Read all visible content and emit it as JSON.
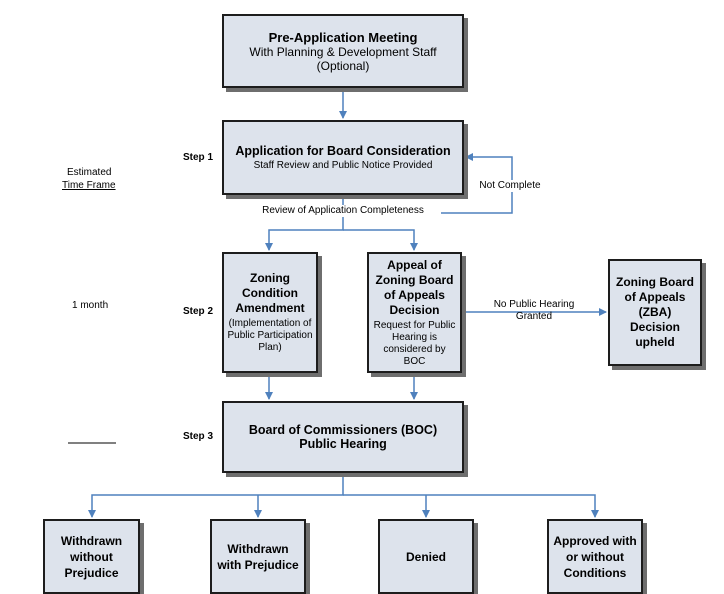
{
  "side": {
    "estimated": "Estimated",
    "time_frame": "Time Frame",
    "one_month": "1 month"
  },
  "steps": {
    "step1": "Step 1",
    "step2": "Step 2",
    "step3": "Step 3"
  },
  "boxes": {
    "pre_application": {
      "title": "Pre-Application Meeting",
      "line2": "With Planning & Development Staff",
      "line3": "(Optional)"
    },
    "application": {
      "title": "Application for Board Consideration",
      "sub": "Staff Review and Public Notice Provided"
    },
    "zoning_amendment": {
      "title": "Zoning Condition Amendment",
      "sub": "(Implementation of Public Participation Plan)"
    },
    "appeal": {
      "title": "Appeal of Zoning Board of Appeals Decision",
      "sub": "Request for Public Hearing is considered by BOC"
    },
    "zba_upheld": {
      "title": "Zoning Board of Appeals (ZBA) Decision upheld"
    },
    "boc_hearing": {
      "title": "Board of Commissioners (BOC)",
      "line2": "Public Hearing"
    },
    "withdrawn_without": {
      "title": "Withdrawn without Prejudice"
    },
    "withdrawn_with": {
      "title": "Withdrawn with Prejudice"
    },
    "denied": {
      "title": "Denied"
    },
    "approved": {
      "title": "Approved with or without Conditions"
    }
  },
  "edge_labels": {
    "not_complete": "Not Complete",
    "review_completeness": "Review of Application Completeness",
    "no_public_hearing": "No Public Hearing Granted"
  },
  "colors": {
    "box_fill": "#dde3ec",
    "box_border": "#1d1d1d",
    "shadow": "#6e6e6e",
    "arrow": "#4f81bd"
  }
}
